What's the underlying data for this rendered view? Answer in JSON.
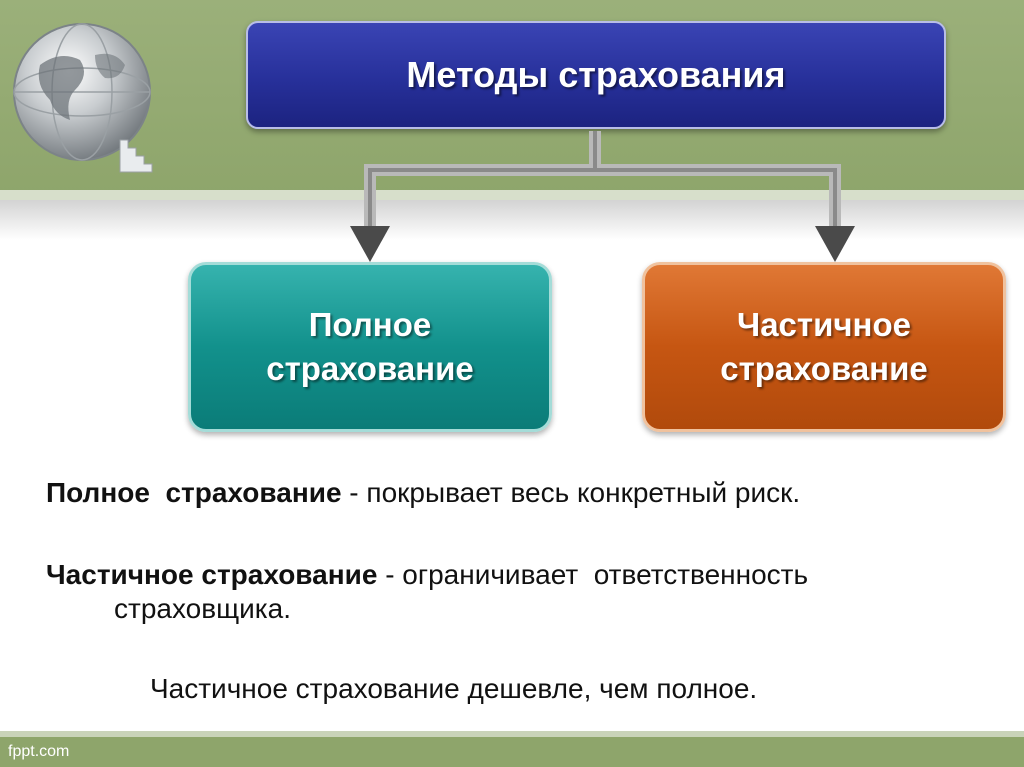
{
  "title": "Методы страхования",
  "boxes": {
    "full": {
      "line1": "Полное",
      "line2": "страхование"
    },
    "partial": {
      "line1": "Частичное",
      "line2": "страхование"
    }
  },
  "definitions": {
    "full": {
      "term": "Полное  страхование",
      "text": " - покрывает весь конкретный риск."
    },
    "partial": {
      "term": "Частичное страхование",
      "text": " - ограничивает  ответственность",
      "text_line2": "страховщика."
    }
  },
  "note": "Частичное страхование дешевле, чем полное.",
  "footer": "fppt.com",
  "colors": {
    "header_green": "#8ea56b",
    "title_blue": "#27309a",
    "teal": "#12918c",
    "orange": "#c65612"
  },
  "icons": {
    "logo": "globe-icon"
  }
}
